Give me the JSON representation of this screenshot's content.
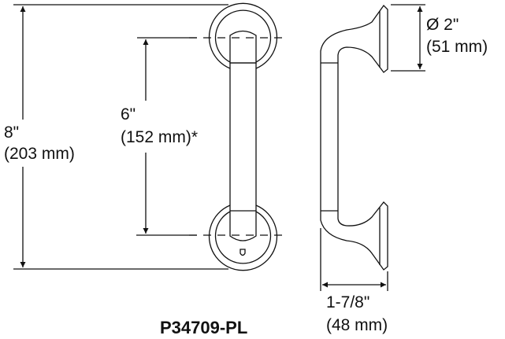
{
  "diagram": {
    "model": "P34709-PL",
    "dimensions": {
      "overall_height": {
        "imperial": "8\"",
        "metric": "(203 mm)"
      },
      "center_to_center": {
        "imperial": "6\"",
        "metric": "(152 mm)*"
      },
      "flange_diameter": {
        "imperial": "Ø 2\"",
        "metric": "(51 mm)"
      },
      "projection": {
        "imperial": "1-7/8\"",
        "metric": "(48 mm)"
      }
    },
    "views": [
      "front-view",
      "side-view"
    ],
    "line_color": "#111111"
  }
}
